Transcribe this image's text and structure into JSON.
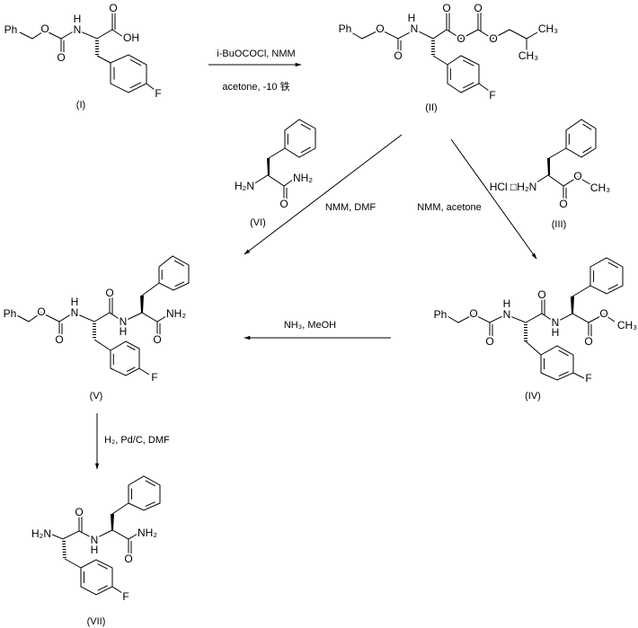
{
  "compounds": {
    "I": {
      "label": "(I)",
      "atoms": [
        "Ph",
        "O",
        "O",
        "H",
        "N",
        "O",
        "OH",
        "F"
      ]
    },
    "II": {
      "label": "(II)",
      "atoms": [
        "Ph",
        "O",
        "O",
        "H",
        "N",
        "O",
        "O",
        "O",
        "O",
        "CH₃",
        "CH₃",
        "F"
      ]
    },
    "III": {
      "label": "(III)",
      "atoms": [
        "HCl □H₂N",
        "O",
        "O",
        "CH₃"
      ]
    },
    "IV": {
      "label": "(IV)",
      "atoms": [
        "Ph",
        "O",
        "O",
        "H",
        "N",
        "O",
        "N",
        "H",
        "O",
        "O",
        "CH₃",
        "F"
      ]
    },
    "V": {
      "label": "(V)",
      "atoms": [
        "Ph",
        "O",
        "O",
        "H",
        "N",
        "O",
        "N",
        "H",
        "O",
        "NH₂",
        "F"
      ]
    },
    "VI": {
      "label": "(VI)",
      "atoms": [
        "H₂N",
        "O",
        "NH₂"
      ]
    },
    "VII": {
      "label": "(VII)",
      "atoms": [
        "H₂N",
        "O",
        "N",
        "H",
        "O",
        "NH₂",
        "F"
      ]
    }
  },
  "reactions": {
    "step1_above": "i-BuOCOCl, NMM",
    "step1_below": "acetone, -10 铁",
    "step2": "NMM, DMF",
    "step3": "NMM, acetone",
    "step4": "NH₃, MeOH",
    "step5": "H₂, Pd/C, DMF"
  }
}
